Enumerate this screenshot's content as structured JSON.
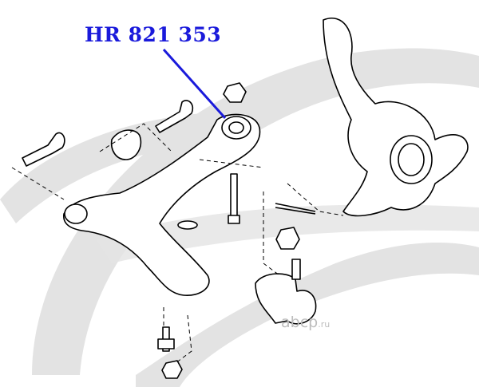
{
  "part_number": "HR 821 353",
  "watermark": {
    "text": "abcp",
    "suffix": ".ru"
  },
  "colors": {
    "label": "#1a1adb",
    "watermark": "#e2e2e2",
    "lines": "#000000"
  }
}
